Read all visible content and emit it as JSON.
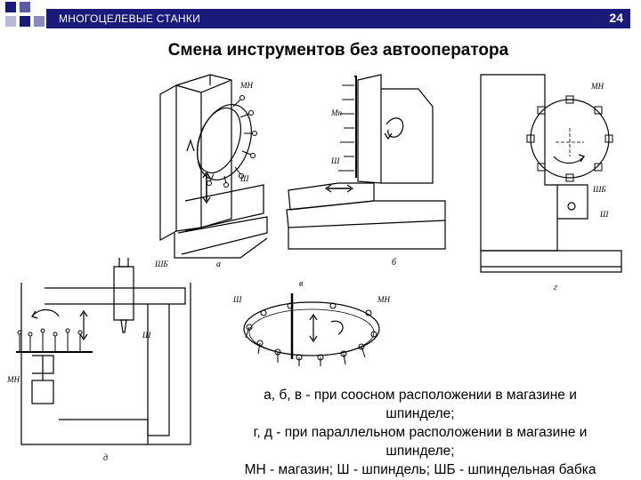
{
  "header": {
    "title": "МНОГОЦЕЛЕВЫЕ СТАНКИ",
    "page_number": "24",
    "colors": {
      "bar": "#1a1a7a",
      "corner_squares": "#1a1a7a"
    }
  },
  "slide": {
    "title": "Смена инструментов без автооператора"
  },
  "figures": {
    "a": {
      "label": "а",
      "tags": [
        "МН",
        "Ш"
      ]
    },
    "b": {
      "label": "б",
      "tags": [
        "Мп",
        "Ш"
      ]
    },
    "v": {
      "label": "в",
      "tags": [
        "Ш",
        "МН"
      ]
    },
    "g": {
      "label": "г",
      "tags": [
        "МН",
        "ШБ",
        "Ш"
      ]
    },
    "d": {
      "label": "д",
      "tags": [
        "ШБ",
        "Ш",
        "МН"
      ]
    }
  },
  "caption": {
    "lines": [
      "а, б, в - при соосном расположении в магазине и",
      "шпинделе;",
      "г, д - при параллельном расположении в магазине и",
      "шпинделе;",
      "МН - магазин; Ш - шпиндель; ШБ - шпиндельная бабка"
    ]
  }
}
